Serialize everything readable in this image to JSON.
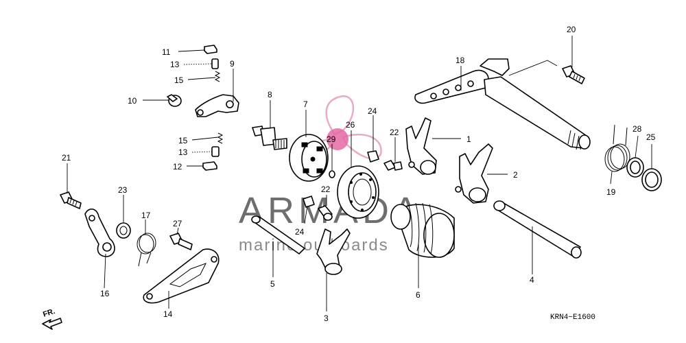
{
  "diagram": {
    "code": "KRN4−E1600",
    "front_marker": "FR.",
    "watermark": {
      "brand": "ARMADA",
      "tagline": "marine outboards"
    },
    "callouts": [
      {
        "id": "c1",
        "label": "1"
      },
      {
        "id": "c2",
        "label": "2"
      },
      {
        "id": "c3",
        "label": "3"
      },
      {
        "id": "c4",
        "label": "4"
      },
      {
        "id": "c5",
        "label": "5"
      },
      {
        "id": "c6",
        "label": "6"
      },
      {
        "id": "c7",
        "label": "7"
      },
      {
        "id": "c8",
        "label": "8"
      },
      {
        "id": "c9",
        "label": "9"
      },
      {
        "id": "c10",
        "label": "10"
      },
      {
        "id": "c11",
        "label": "11"
      },
      {
        "id": "c12",
        "label": "12"
      },
      {
        "id": "c13a",
        "label": "13"
      },
      {
        "id": "c13b",
        "label": "13"
      },
      {
        "id": "c14",
        "label": "14"
      },
      {
        "id": "c15a",
        "label": "15"
      },
      {
        "id": "c15b",
        "label": "15"
      },
      {
        "id": "c16",
        "label": "16"
      },
      {
        "id": "c17",
        "label": "17"
      },
      {
        "id": "c18",
        "label": "18"
      },
      {
        "id": "c19",
        "label": "19"
      },
      {
        "id": "c20",
        "label": "20"
      },
      {
        "id": "c21",
        "label": "21"
      },
      {
        "id": "c22a",
        "label": "22"
      },
      {
        "id": "c22b",
        "label": "22"
      },
      {
        "id": "c23",
        "label": "23"
      },
      {
        "id": "c24a",
        "label": "24"
      },
      {
        "id": "c24b",
        "label": "24"
      },
      {
        "id": "c25",
        "label": "25"
      },
      {
        "id": "c26",
        "label": "26"
      },
      {
        "id": "c27",
        "label": "27"
      },
      {
        "id": "c28",
        "label": "28"
      },
      {
        "id": "c29",
        "label": "29"
      }
    ]
  }
}
